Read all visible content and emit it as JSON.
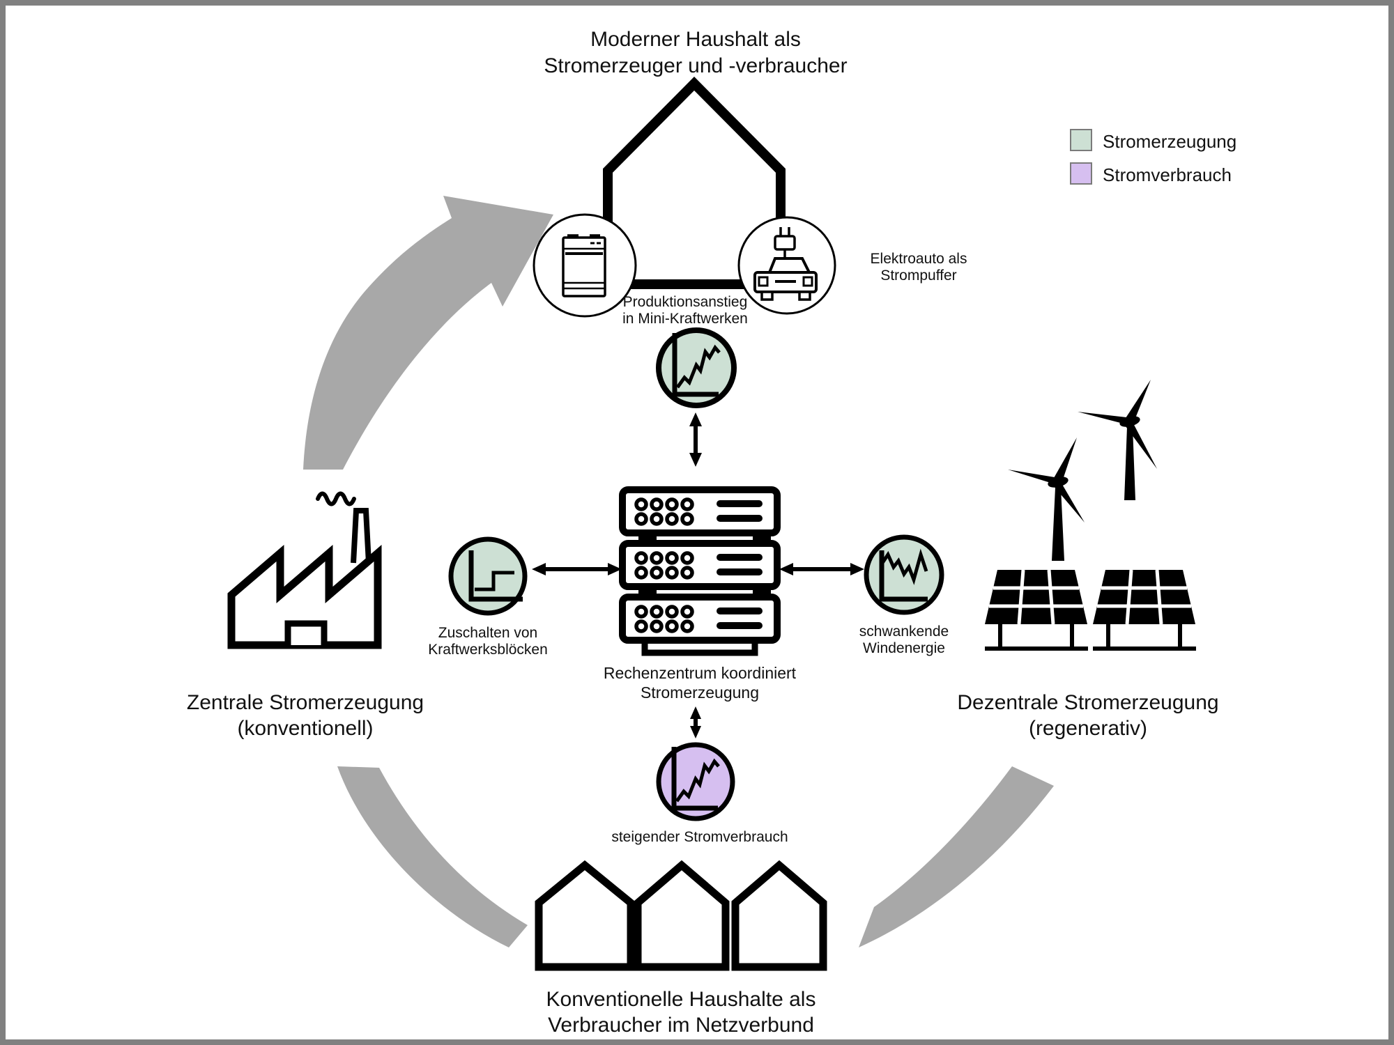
{
  "title": "Moderner Haushalt als\nStromerzeuger und -verbraucher",
  "legend": {
    "items": [
      {
        "label": "Stromerzeugung",
        "color": "#cde0d4"
      },
      {
        "label": "Stromverbrauch",
        "color": "#d6bff0"
      }
    ]
  },
  "colors": {
    "production_fill": "#cde0d4",
    "consumption_fill": "#d6bff0",
    "arrow_gray": "#a8a8a8",
    "frame_gray": "#808080",
    "line_black": "#000000"
  },
  "labels": {
    "mini_plants": "Produktionsanstieg\nin Mini-Kraftwerken",
    "ev_buffer": "Elektroauto als\nStrompuffer",
    "datacenter": "Rechenzentrum koordiniert\nStromerzeugung",
    "plant_blocks": "Zuschalten von\nKraftwerksblöcken",
    "wind": "schwankende\nWindenergie",
    "consumption_rise": "steigender Stromverbrauch",
    "central": "Zentrale Stromerzeugung\n(konventionell)",
    "decentral": "Dezentrale Stromerzeugung\n(regenerativ)",
    "households": "Konventionelle Haushalte als\nVerbraucher im Netzverbund"
  }
}
